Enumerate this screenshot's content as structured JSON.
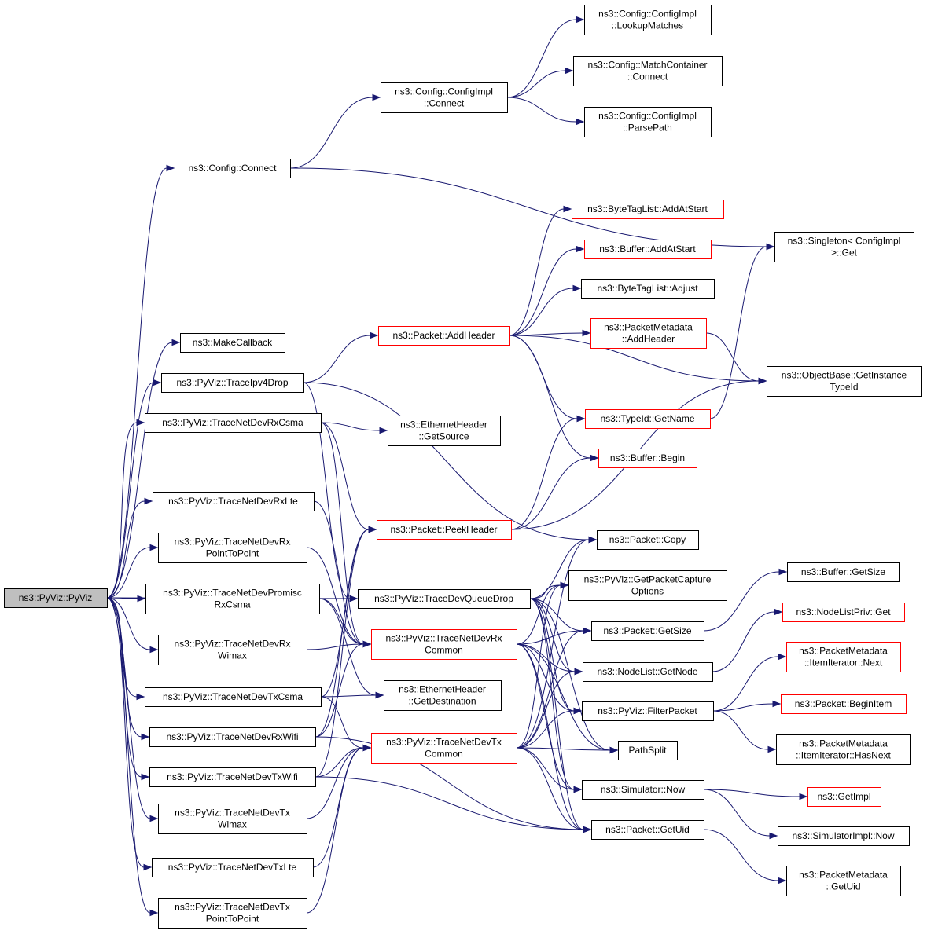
{
  "colors": {
    "edge": "#191970",
    "root_fill": "#bfbfbf",
    "red_border": "#ff0000",
    "black_border": "#000000"
  },
  "nodes": [
    {
      "id": "pyviz",
      "lines": [
        "ns3::PyViz::PyViz"
      ],
      "style": "root"
    },
    {
      "id": "cfgconnect",
      "lines": [
        "ns3::Config::Connect"
      ],
      "style": "black"
    },
    {
      "id": "makecb",
      "lines": [
        "ns3::MakeCallback"
      ],
      "style": "black"
    },
    {
      "id": "ipv4drop",
      "lines": [
        "ns3::PyViz::TraceIpv4Drop"
      ],
      "style": "black"
    },
    {
      "id": "rxcsma",
      "lines": [
        "ns3::PyViz::TraceNetDevRxCsma"
      ],
      "style": "black"
    },
    {
      "id": "rxlte",
      "lines": [
        "ns3::PyViz::TraceNetDevRxLte"
      ],
      "style": "black"
    },
    {
      "id": "rxp2p",
      "lines": [
        "ns3::PyViz::TraceNetDevRx",
        "PointToPoint"
      ],
      "style": "black"
    },
    {
      "id": "rxpromisc",
      "lines": [
        "ns3::PyViz::TraceNetDevPromisc",
        "RxCsma"
      ],
      "style": "black"
    },
    {
      "id": "rxwimax",
      "lines": [
        "ns3::PyViz::TraceNetDevRx",
        "Wimax"
      ],
      "style": "black"
    },
    {
      "id": "txcsma",
      "lines": [
        "ns3::PyViz::TraceNetDevTxCsma"
      ],
      "style": "black"
    },
    {
      "id": "rxwifi",
      "lines": [
        "ns3::PyViz::TraceNetDevRxWifi"
      ],
      "style": "black"
    },
    {
      "id": "txwifi",
      "lines": [
        "ns3::PyViz::TraceNetDevTxWifi"
      ],
      "style": "black"
    },
    {
      "id": "txwimax",
      "lines": [
        "ns3::PyViz::TraceNetDevTx",
        "Wimax"
      ],
      "style": "black"
    },
    {
      "id": "txlte",
      "lines": [
        "ns3::PyViz::TraceNetDevTxLte"
      ],
      "style": "black"
    },
    {
      "id": "txp2p",
      "lines": [
        "ns3::PyViz::TraceNetDevTx",
        "PointToPoint"
      ],
      "style": "black"
    },
    {
      "id": "implconnect",
      "lines": [
        "ns3::Config::ConfigImpl",
        "::Connect"
      ],
      "style": "black"
    },
    {
      "id": "lookup",
      "lines": [
        "ns3::Config::ConfigImpl",
        "::LookupMatches"
      ],
      "style": "black"
    },
    {
      "id": "mcconnect",
      "lines": [
        "ns3::Config::MatchContainer",
        "::Connect"
      ],
      "style": "black"
    },
    {
      "id": "parsepath",
      "lines": [
        "ns3::Config::ConfigImpl",
        "::ParsePath"
      ],
      "style": "black"
    },
    {
      "id": "addheader",
      "lines": [
        "ns3::Packet::AddHeader"
      ],
      "style": "red"
    },
    {
      "id": "peekheader",
      "lines": [
        "ns3::Packet::PeekHeader"
      ],
      "style": "red"
    },
    {
      "id": "devqdrop",
      "lines": [
        "ns3::PyViz::TraceDevQueueDrop"
      ],
      "style": "black"
    },
    {
      "id": "rxcommon",
      "lines": [
        "ns3::PyViz::TraceNetDevRx",
        "Common"
      ],
      "style": "red"
    },
    {
      "id": "txcommon",
      "lines": [
        "ns3::PyViz::TraceNetDevTx",
        "Common"
      ],
      "style": "red"
    },
    {
      "id": "ethsrc",
      "lines": [
        "ns3::EthernetHeader",
        "::GetSource"
      ],
      "style": "black"
    },
    {
      "id": "ethdst",
      "lines": [
        "ns3::EthernetHeader",
        "::GetDestination"
      ],
      "style": "black"
    },
    {
      "id": "btaddstart",
      "lines": [
        "ns3::ByteTagList::AddAtStart"
      ],
      "style": "red"
    },
    {
      "id": "bufaddstart",
      "lines": [
        "ns3::Buffer::AddAtStart"
      ],
      "style": "red"
    },
    {
      "id": "btadjust",
      "lines": [
        "ns3::ByteTagList::Adjust"
      ],
      "style": "black"
    },
    {
      "id": "pmaddheader",
      "lines": [
        "ns3::PacketMetadata",
        "::AddHeader"
      ],
      "style": "red"
    },
    {
      "id": "typeidname",
      "lines": [
        "ns3::TypeId::GetName"
      ],
      "style": "red"
    },
    {
      "id": "bufbegin",
      "lines": [
        "ns3::Buffer::Begin"
      ],
      "style": "red"
    },
    {
      "id": "pktcopy",
      "lines": [
        "ns3::Packet::Copy"
      ],
      "style": "black"
    },
    {
      "id": "capopts",
      "lines": [
        "ns3::PyViz::GetPacketCapture",
        "Options"
      ],
      "style": "black"
    },
    {
      "id": "pktsize",
      "lines": [
        "ns3::Packet::GetSize"
      ],
      "style": "black"
    },
    {
      "id": "getnode",
      "lines": [
        "ns3::NodeList::GetNode"
      ],
      "style": "black"
    },
    {
      "id": "filterpkt",
      "lines": [
        "ns3::PyViz::FilterPacket"
      ],
      "style": "black"
    },
    {
      "id": "pathsplit",
      "lines": [
        "PathSplit"
      ],
      "style": "black"
    },
    {
      "id": "simnow",
      "lines": [
        "ns3::Simulator::Now"
      ],
      "style": "black"
    },
    {
      "id": "pktuid",
      "lines": [
        "ns3::Packet::GetUid"
      ],
      "style": "black"
    },
    {
      "id": "singleton",
      "lines": [
        "ns3::Singleton< ConfigImpl",
        " >::Get"
      ],
      "style": "black"
    },
    {
      "id": "objinst",
      "lines": [
        "ns3::ObjectBase::GetInstance",
        "TypeId"
      ],
      "style": "black"
    },
    {
      "id": "bufsize",
      "lines": [
        "ns3::Buffer::GetSize"
      ],
      "style": "black"
    },
    {
      "id": "nlpget",
      "lines": [
        "ns3::NodeListPriv::Get"
      ],
      "style": "red"
    },
    {
      "id": "itnext",
      "lines": [
        "ns3::PacketMetadata",
        "::ItemIterator::Next"
      ],
      "style": "red"
    },
    {
      "id": "beginitem",
      "lines": [
        "ns3::Packet::BeginItem"
      ],
      "style": "red"
    },
    {
      "id": "ithasnext",
      "lines": [
        "ns3::PacketMetadata",
        "::ItemIterator::HasNext"
      ],
      "style": "black"
    },
    {
      "id": "getimpl",
      "lines": [
        "ns3::GetImpl"
      ],
      "style": "red"
    },
    {
      "id": "simimplnow",
      "lines": [
        "ns3::SimulatorImpl::Now"
      ],
      "style": "black"
    },
    {
      "id": "pmgetuid",
      "lines": [
        "ns3::PacketMetadata",
        "::GetUid"
      ],
      "style": "black"
    }
  ],
  "edges": [
    [
      "pyviz",
      "cfgconnect"
    ],
    [
      "pyviz",
      "makecb"
    ],
    [
      "pyviz",
      "ipv4drop"
    ],
    [
      "pyviz",
      "rxcsma"
    ],
    [
      "pyviz",
      "rxlte"
    ],
    [
      "pyviz",
      "rxp2p"
    ],
    [
      "pyviz",
      "rxpromisc"
    ],
    [
      "pyviz",
      "rxwimax"
    ],
    [
      "pyviz",
      "txcsma"
    ],
    [
      "pyviz",
      "rxwifi"
    ],
    [
      "pyviz",
      "txwifi"
    ],
    [
      "pyviz",
      "txwimax"
    ],
    [
      "pyviz",
      "txlte"
    ],
    [
      "pyviz",
      "txp2p"
    ],
    [
      "pyviz",
      "devqdrop"
    ],
    [
      "cfgconnect",
      "implconnect"
    ],
    [
      "cfgconnect",
      "singleton"
    ],
    [
      "implconnect",
      "lookup"
    ],
    [
      "implconnect",
      "mcconnect"
    ],
    [
      "implconnect",
      "parsepath"
    ],
    [
      "ipv4drop",
      "addheader"
    ],
    [
      "ipv4drop",
      "pktcopy"
    ],
    [
      "ipv4drop",
      "devqdrop"
    ],
    [
      "rxcsma",
      "ethsrc"
    ],
    [
      "rxcsma",
      "peekheader"
    ],
    [
      "rxcsma",
      "rxcommon"
    ],
    [
      "rxlte",
      "rxcommon"
    ],
    [
      "rxp2p",
      "rxcommon"
    ],
    [
      "rxpromisc",
      "rxcommon"
    ],
    [
      "rxpromisc",
      "ethdst"
    ],
    [
      "rxwimax",
      "rxcommon"
    ],
    [
      "txcsma",
      "ethdst"
    ],
    [
      "txcsma",
      "txcommon"
    ],
    [
      "txcsma",
      "peekheader"
    ],
    [
      "rxwifi",
      "rxcommon"
    ],
    [
      "rxwifi",
      "peekheader"
    ],
    [
      "rxwifi",
      "pktuid"
    ],
    [
      "txwifi",
      "txcommon"
    ],
    [
      "txwifi",
      "peekheader"
    ],
    [
      "txwifi",
      "pktuid"
    ],
    [
      "txwimax",
      "txcommon"
    ],
    [
      "txlte",
      "txcommon"
    ],
    [
      "txp2p",
      "txcommon"
    ],
    [
      "addheader",
      "btaddstart"
    ],
    [
      "addheader",
      "bufaddstart"
    ],
    [
      "addheader",
      "btadjust"
    ],
    [
      "addheader",
      "pmaddheader"
    ],
    [
      "addheader",
      "objinst"
    ],
    [
      "addheader",
      "typeidname"
    ],
    [
      "addheader",
      "bufbegin"
    ],
    [
      "pmaddheader",
      "objinst"
    ],
    [
      "peekheader",
      "typeidname"
    ],
    [
      "peekheader",
      "bufbegin"
    ],
    [
      "peekheader",
      "objinst"
    ],
    [
      "typeidname",
      "singleton"
    ],
    [
      "devqdrop",
      "pktcopy"
    ],
    [
      "devqdrop",
      "capopts"
    ],
    [
      "devqdrop",
      "pktsize"
    ],
    [
      "devqdrop",
      "getnode"
    ],
    [
      "devqdrop",
      "filterpkt"
    ],
    [
      "devqdrop",
      "pathsplit"
    ],
    [
      "devqdrop",
      "simnow"
    ],
    [
      "devqdrop",
      "pktuid"
    ],
    [
      "rxcommon",
      "capopts"
    ],
    [
      "rxcommon",
      "pktsize"
    ],
    [
      "rxcommon",
      "getnode"
    ],
    [
      "rxcommon",
      "filterpkt"
    ],
    [
      "rxcommon",
      "pathsplit"
    ],
    [
      "rxcommon",
      "simnow"
    ],
    [
      "rxcommon",
      "pktuid"
    ],
    [
      "txcommon",
      "pktcopy"
    ],
    [
      "txcommon",
      "capopts"
    ],
    [
      "txcommon",
      "pktsize"
    ],
    [
      "txcommon",
      "getnode"
    ],
    [
      "txcommon",
      "filterpkt"
    ],
    [
      "txcommon",
      "pathsplit"
    ],
    [
      "txcommon",
      "simnow"
    ],
    [
      "txcommon",
      "pktuid"
    ],
    [
      "pktsize",
      "bufsize"
    ],
    [
      "getnode",
      "nlpget"
    ],
    [
      "filterpkt",
      "itnext"
    ],
    [
      "filterpkt",
      "beginitem"
    ],
    [
      "filterpkt",
      "ithasnext"
    ],
    [
      "simnow",
      "getimpl"
    ],
    [
      "simnow",
      "simimplnow"
    ],
    [
      "pktuid",
      "pmgetuid"
    ]
  ]
}
